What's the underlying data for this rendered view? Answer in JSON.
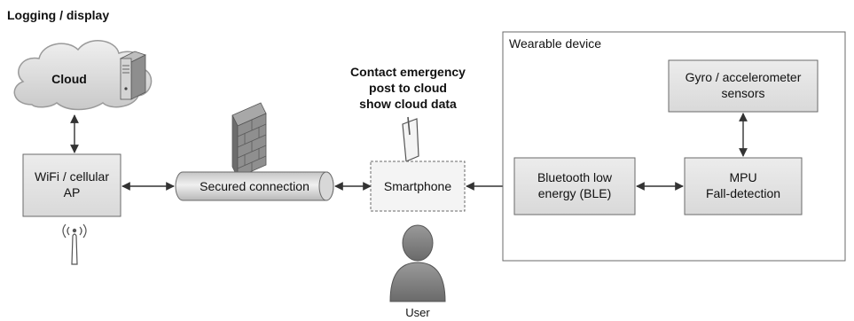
{
  "header": {
    "title": "Logging / display"
  },
  "cloud": {
    "label": "Cloud",
    "icon": "server-icon"
  },
  "wifi": {
    "line1": "WiFi / cellular",
    "line2": "AP",
    "icon": "antenna-icon"
  },
  "secured": {
    "label": "Secured connection",
    "icon": "firewall-icon"
  },
  "smartphone": {
    "label": "Smartphone",
    "note": [
      "Contact emergency",
      "post to cloud",
      "show cloud data"
    ],
    "icon": "phone-icon"
  },
  "user": {
    "label": "User",
    "icon": "user-icon"
  },
  "wearable": {
    "title": "Wearable device",
    "ble": {
      "line1": "Bluetooth low",
      "line2": "energy (BLE)"
    },
    "mpu": {
      "line1": "MPU",
      "line2": "Fall-detection"
    },
    "sensors": {
      "line1": "Gyro / accelerometer",
      "line2": "sensors"
    }
  },
  "colors": {
    "box_fill": "#e2e2e2",
    "box_stroke": "#6a6a6a",
    "arrow": "#333333",
    "cloud_fill": "#d6d6d6",
    "firewall": "#8a8a8a",
    "user": "#7a7a7a"
  }
}
